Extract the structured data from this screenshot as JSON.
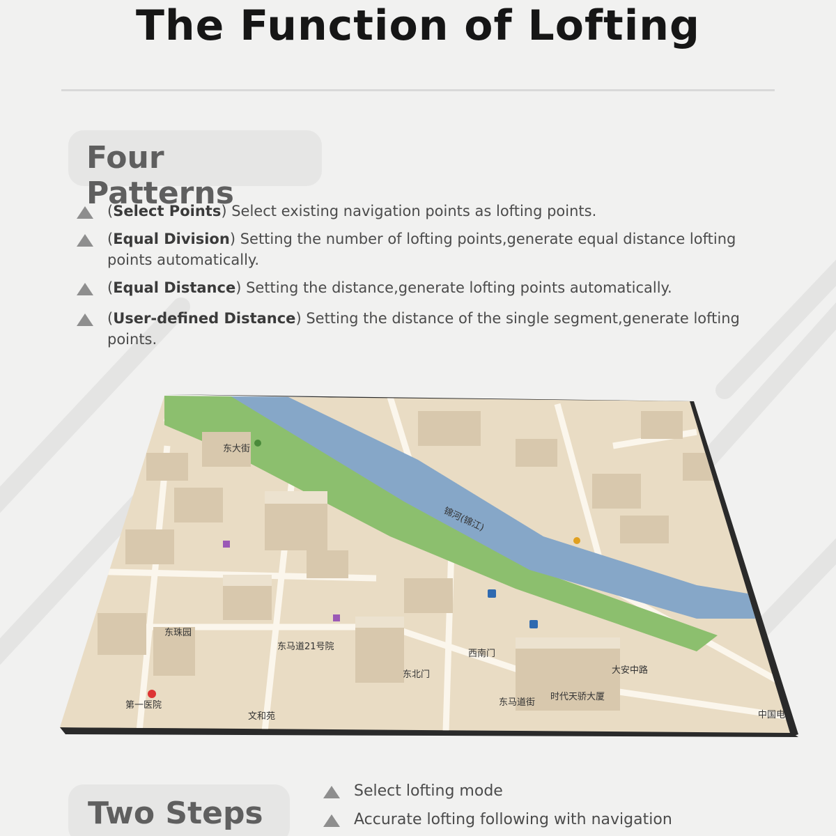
{
  "title": "The Function of Lofting",
  "four_patterns": {
    "heading": "Four Patterns",
    "items": [
      {
        "name": "Select Points",
        "text": "Select existing navigation points as lofting points."
      },
      {
        "name": "Equal Division",
        "text": "Setting the number of lofting points,generate equal distance lofting points automatically."
      },
      {
        "name": "Equal Distance",
        "text": "Setting the distance,generate lofting points automatically."
      },
      {
        "name": "User-defined Distance",
        "text": "Setting the distance of the single segment,generate lofting points."
      }
    ]
  },
  "map": {
    "labels": [
      "东珠园",
      "文和苑",
      "东马道街",
      "时代天骄大厦",
      "西南门",
      "大安中路",
      "东北门",
      "东马道21号院",
      "锦河(锦江)",
      "中国电信",
      "第一医院",
      "东大街"
    ]
  },
  "two_steps": {
    "heading": "Two Steps",
    "items": [
      "Select lofting mode",
      "Accurate lofting following with navigation"
    ]
  },
  "colors": {
    "background": "#f1f1f0",
    "pill": "#e6e6e5",
    "river": "#86a7c8",
    "park": "#8cbf6e",
    "land": "#e9dcc4"
  }
}
